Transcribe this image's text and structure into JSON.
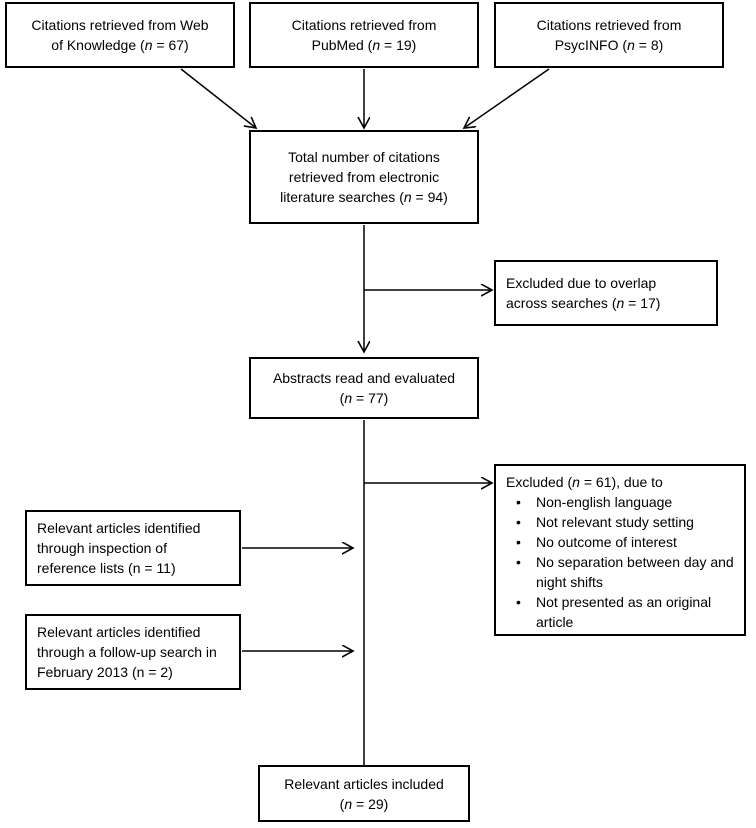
{
  "boxes": {
    "wok": {
      "line1": "Citations retrieved from Web",
      "line2_pre": "of Knowledge (",
      "n": "n",
      "line2_post": " = 67)"
    },
    "pubmed": {
      "line1": "Citations retrieved from",
      "line2_pre": "PubMed (",
      "n": "n",
      "line2_post": " = 19)"
    },
    "psycinfo": {
      "line1": "Citations retrieved from",
      "line2_pre": "PsycINFO (",
      "n": "n",
      "line2_post": " = 8)"
    },
    "total": {
      "line1": "Total number of citations",
      "line2": "retrieved from electronic",
      "line3_pre": "literature searches (",
      "n": "n",
      "line3_post": " = 94)"
    },
    "overlap": {
      "line1": "Excluded due to overlap",
      "line2_pre": "across searches (",
      "n": "n",
      "line2_post": " = 17)"
    },
    "abstracts": {
      "line1": "Abstracts read and evaluated",
      "line2_pre": "(",
      "n": "n",
      "line2_post": " = 77)"
    },
    "excluded": {
      "line1_pre": "Excluded (",
      "n": "n",
      "line1_post": " = 61), due to",
      "reasons": [
        "Non-english language",
        "Not relevant study setting",
        "No outcome of interest",
        "No separation between day and night shifts",
        "Not presented as an original article"
      ]
    },
    "reflists": {
      "line1": "Relevant articles identified",
      "line2": "through inspection of",
      "line3": "reference lists (n = 11)"
    },
    "followup": {
      "line1": "Relevant articles identified",
      "line2": "through a follow-up search in",
      "line3": "February 2013 (n = 2)"
    },
    "included": {
      "line1": "Relevant articles included",
      "line2_pre": "(",
      "n": "n",
      "line2_post": " = 29)"
    }
  },
  "colors": {
    "stroke": "#000000",
    "background": "#ffffff"
  }
}
